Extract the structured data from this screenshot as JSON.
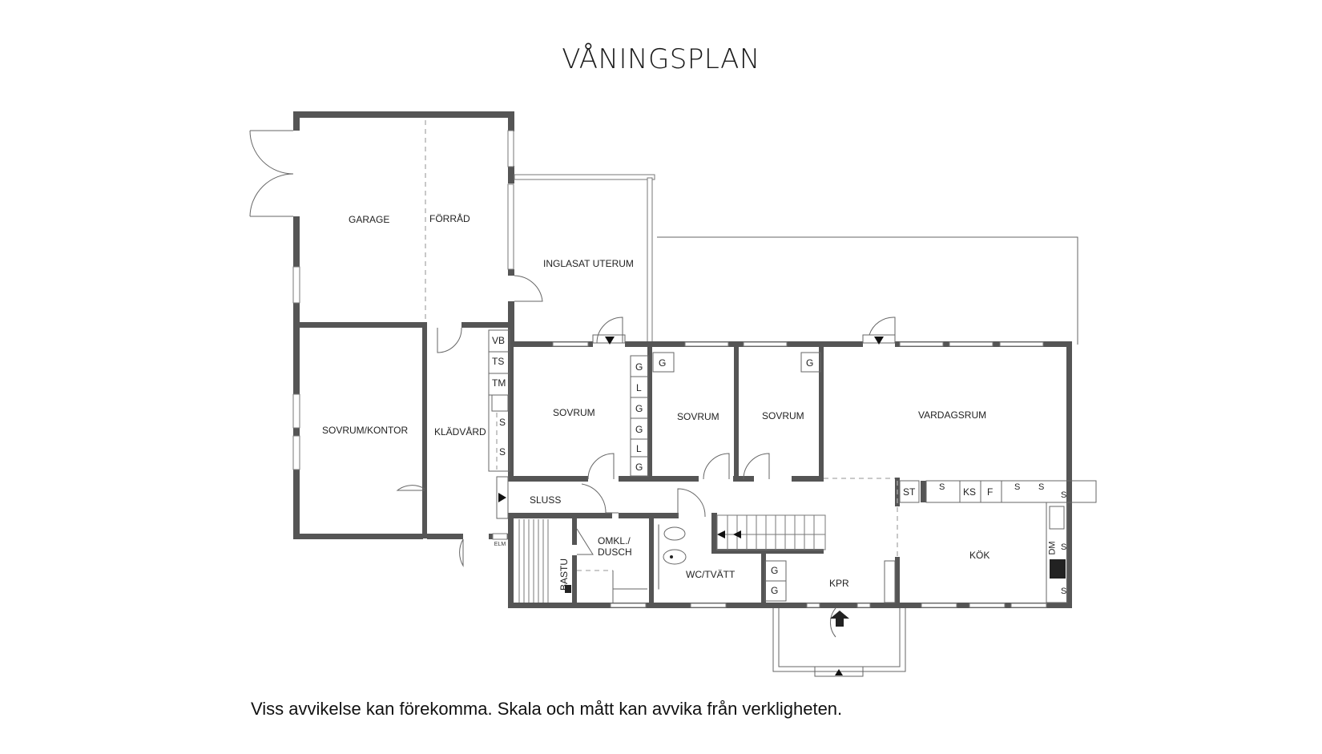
{
  "title": "VÅNINGSPLAN",
  "footer": "Viss avvikelse kan förekomma. Skala och mått kan avvika från verkligheten.",
  "rooms": {
    "garage": "GARAGE",
    "forrad": "FÖRRÅD",
    "uterum": "INGLASAT UTERUM",
    "sovrum_kontor": "SOVRUM/KONTOR",
    "kladvard": "KLÄDVÅRD",
    "sovrum1": "SOVRUM",
    "sovrum2": "SOVRUM",
    "sovrum3": "SOVRUM",
    "vardagsrum": "VARDAGSRUM",
    "sluss": "SLUSS",
    "bastu": "BASTU",
    "omkl_1": "OMKL./",
    "omkl_2": "DUSCH",
    "wc_tvatt": "WC/TVÄTT",
    "kpr": "KPR",
    "kok": "KÖK"
  },
  "fixtures": {
    "vb": "VB",
    "ts": "TS",
    "tm": "TM",
    "s": "S",
    "g": "G",
    "l": "L",
    "st": "ST",
    "ks": "KS",
    "f": "F",
    "dm": "DM",
    "elm": "ELM"
  }
}
